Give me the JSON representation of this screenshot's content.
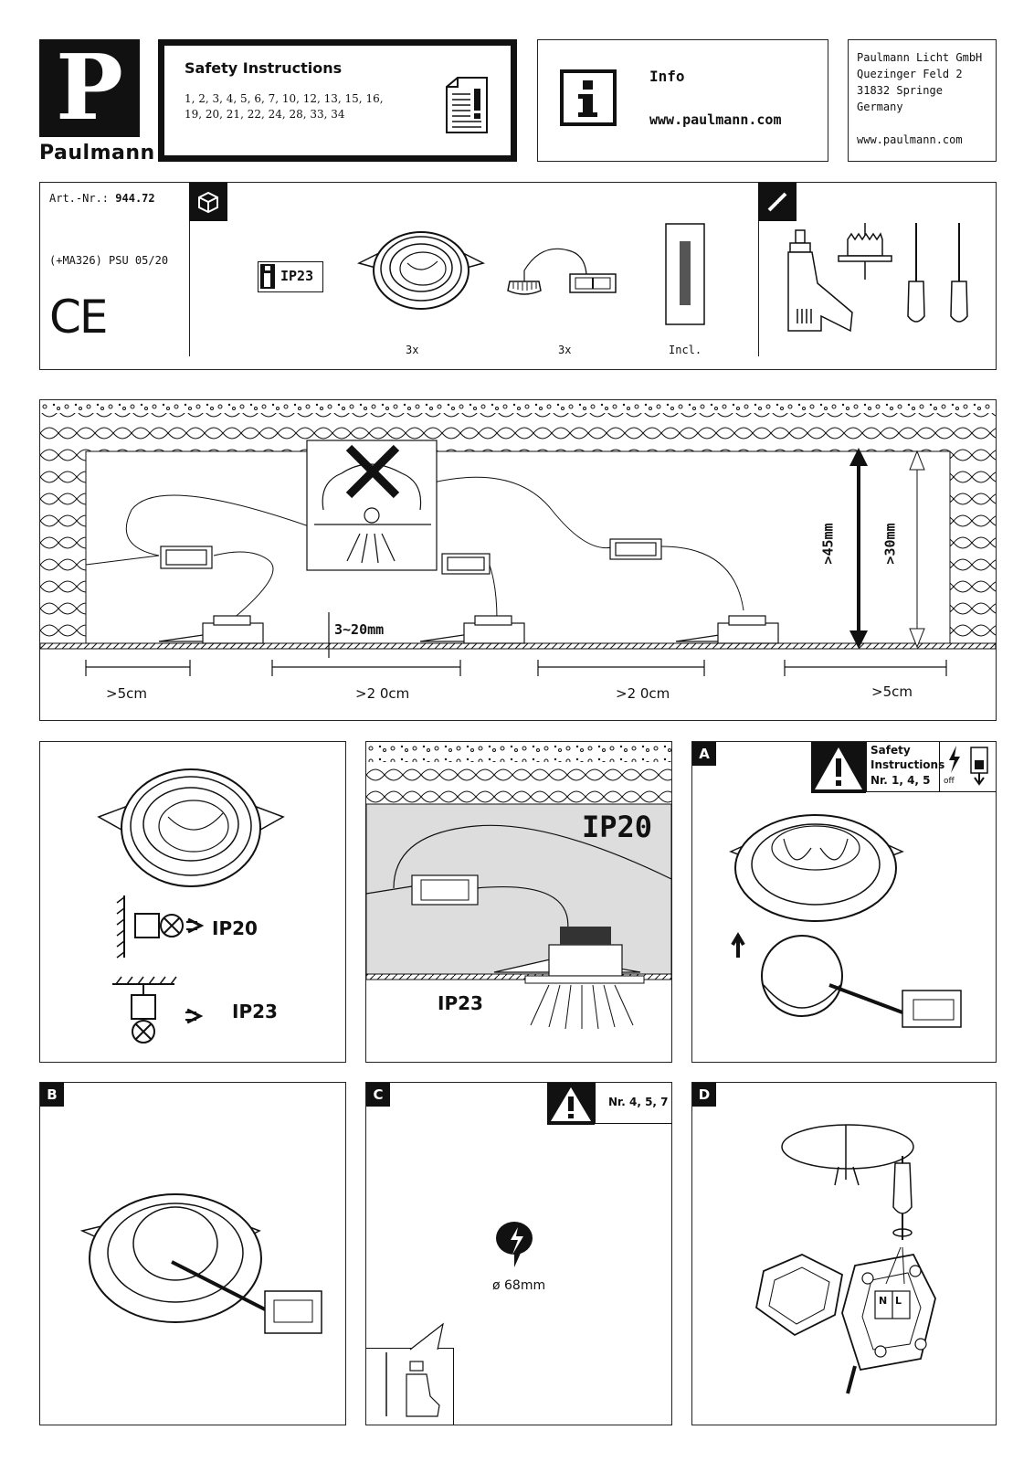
{
  "brand": {
    "name": "Paulmann",
    "logo_letter": "P"
  },
  "safety": {
    "title": "Safety Instructions",
    "numbers_line1": "1, 2, 3, 4, 5, 6, 7, 10, 12, 13, 15, 16,",
    "numbers_line2": "19, 20, 21, 22, 24, 28, 33, 34"
  },
  "info": {
    "title": "Info",
    "url": "www.paulmann.com"
  },
  "address": {
    "line1": "Paulmann Licht GmbH",
    "line2": "Quezinger Feld 2",
    "line3": "31832 Springe",
    "line4": "Germany",
    "url": "www.paulmann.com"
  },
  "product": {
    "art_label": "Art.-Nr.:",
    "art_number": "944.72",
    "psu": "(+MA326) PSU 05/20",
    "ce": "CE",
    "ip_rating": "IP23",
    "qty_light": "3x",
    "qty_connector": "3x",
    "incl": "Incl."
  },
  "install": {
    "dim_spacing": "3~20mm",
    "dim_45": ">45mm",
    "dim_30": ">30mm",
    "dim_5_left": ">5cm",
    "dim_20_a": ">2 0cm",
    "dim_20_b": ">2 0cm",
    "dim_5_right": ">5cm"
  },
  "ip_panel": {
    "ip20": "IP20",
    "ip23": "IP23",
    "ceiling_ip20": "IP20",
    "ceiling_ip23": "IP23"
  },
  "panel_a": {
    "label": "A",
    "safety_l1": "Safety",
    "safety_l2": "Instructions",
    "safety_nr": "Nr. 1, 4, 5",
    "off": "off"
  },
  "panel_b": {
    "label": "B"
  },
  "panel_c": {
    "label": "C",
    "nr": "Nr. 4, 5, 7",
    "diameter": "ø 68mm"
  },
  "panel_d": {
    "label": "D",
    "n": "N",
    "l": "L"
  }
}
